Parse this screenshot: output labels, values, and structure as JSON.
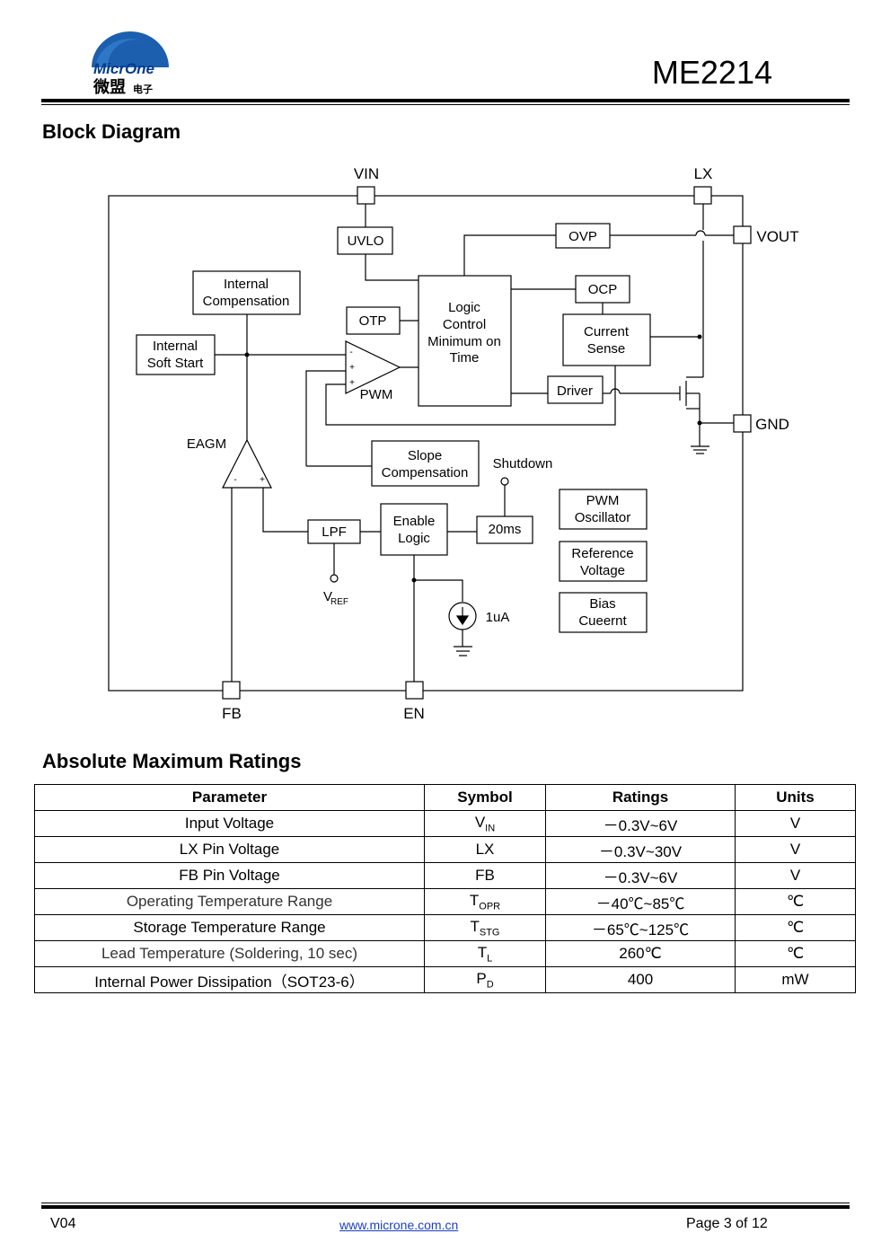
{
  "header": {
    "logo_text_en": "MicrOne",
    "logo_text_cn": "微盟",
    "logo_text_cn_small": "电子",
    "part_number": "ME2214"
  },
  "block_diagram": {
    "title": "Block Diagram",
    "pins": {
      "vin": "VIN",
      "lx": "LX",
      "vout": "VOUT",
      "gnd": "GND",
      "fb": "FB",
      "en": "EN"
    },
    "blocks": {
      "uvlo": "UVLO",
      "ovp": "OVP",
      "ocp": "OCP",
      "otp": "OTP",
      "internal_comp": [
        "Internal",
        "Compensation"
      ],
      "internal_soft_start": [
        "Internal",
        "Soft Start"
      ],
      "logic_control": [
        "Logic",
        "Control",
        "Minimum on",
        "Time"
      ],
      "current_sense": [
        "Current",
        "Sense"
      ],
      "driver": "Driver",
      "slope_comp": [
        "Slope",
        "Compensation"
      ],
      "pwm_osc": [
        "PWM",
        "Oscillator"
      ],
      "ref_voltage": [
        "Reference",
        "Voltage"
      ],
      "bias_current": [
        "Bias",
        "Cueernt"
      ],
      "enable_logic": [
        "Enable",
        "Logic"
      ],
      "lpf": "LPF",
      "delay_20ms": "20ms"
    },
    "labels": {
      "pwm": "PWM",
      "eagm": "EAGM",
      "shutdown": "Shutdown",
      "vref_main": "V",
      "vref_sub": "REF",
      "current_1ua": "1uA"
    }
  },
  "ratings": {
    "title": "Absolute Maximum Ratings",
    "headers": [
      "Parameter",
      "Symbol",
      "Ratings",
      "Units"
    ],
    "rows": [
      {
        "parameter": "Input Voltage",
        "symbol_main": "V",
        "symbol_sub": "IN",
        "rating": "－0.3V~6V",
        "unit": "V"
      },
      {
        "parameter": "LX Pin Voltage",
        "symbol_main": "LX",
        "symbol_sub": "",
        "rating": "－0.3V~30V",
        "unit": "V"
      },
      {
        "parameter": "FB Pin Voltage",
        "symbol_main": "FB",
        "symbol_sub": "",
        "rating": "－0.3V~6V",
        "unit": "V"
      },
      {
        "parameter": "Operating Temperature Range",
        "symbol_main": "T",
        "symbol_sub": "OPR",
        "rating": "－40℃~85℃",
        "unit": "℃"
      },
      {
        "parameter": "Storage Temperature Range",
        "symbol_main": "T",
        "symbol_sub": "STG",
        "rating": "－65℃~125℃",
        "unit": "℃"
      },
      {
        "parameter": "Lead Temperature (Soldering, 10 sec)",
        "symbol_main": "T",
        "symbol_sub": "L",
        "rating": "260℃",
        "unit": "℃"
      },
      {
        "parameter": "Internal Power Dissipation（SOT23-6）",
        "symbol_main": "P",
        "symbol_sub": "D",
        "rating": "400",
        "unit": "mW"
      }
    ]
  },
  "footer": {
    "version": "V04",
    "url": "www.microne.com.cn",
    "page": "Page 3 of 12"
  }
}
